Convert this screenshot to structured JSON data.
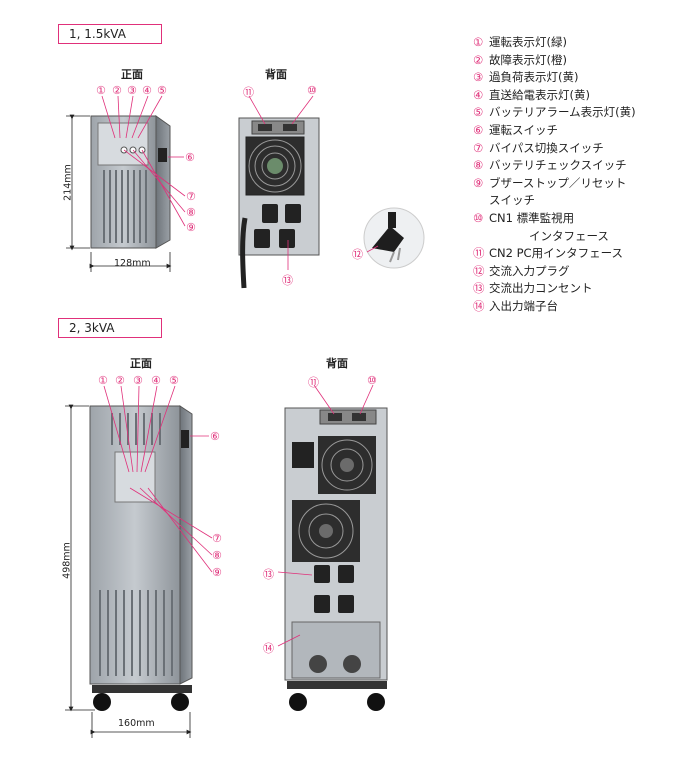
{
  "section1": {
    "title": "1, 1.5kVA",
    "front": "正面",
    "back": "背面",
    "height_dim": "214mm",
    "width_dim": "128mm"
  },
  "section2": {
    "title": "2, 3kVA",
    "front": "正面",
    "back": "背面",
    "height_dim": "498mm",
    "width_dim": "160mm"
  },
  "callouts": [
    "①",
    "②",
    "③",
    "④",
    "⑤",
    "⑥",
    "⑦",
    "⑧",
    "⑨",
    "⑩",
    "⑪",
    "⑫",
    "⑬",
    "⑭"
  ],
  "legend": [
    {
      "num": "①",
      "text": "運転表示灯(緑)"
    },
    {
      "num": "②",
      "text": "故障表示灯(橙)"
    },
    {
      "num": "③",
      "text": "過負荷表示灯(黄)"
    },
    {
      "num": "④",
      "text": "直送給電表示灯(黄)"
    },
    {
      "num": "⑤",
      "text": "バッテリアラーム表示灯(黄)"
    },
    {
      "num": "⑥",
      "text": "運転スイッチ"
    },
    {
      "num": "⑦",
      "text": "バイパス切換スイッチ"
    },
    {
      "num": "⑧",
      "text": "バッテリチェックスイッチ"
    },
    {
      "num": "⑨",
      "text": "ブザーストップ／リセット"
    },
    {
      "num": "",
      "text": "スイッチ"
    },
    {
      "num": "⑩",
      "text": "CN1 標準監視用"
    },
    {
      "num": "",
      "text": "インタフェース"
    },
    {
      "num": "⑪",
      "text": "CN2 PC用インタフェース"
    },
    {
      "num": "⑫",
      "text": "交流入力プラグ"
    },
    {
      "num": "⑬",
      "text": "交流出力コンセント"
    },
    {
      "num": "⑭",
      "text": "入出力端子台"
    }
  ],
  "colors": {
    "accent": "#e0307a",
    "panel": "#b9bec3",
    "dark": "#2a2a2a"
  }
}
